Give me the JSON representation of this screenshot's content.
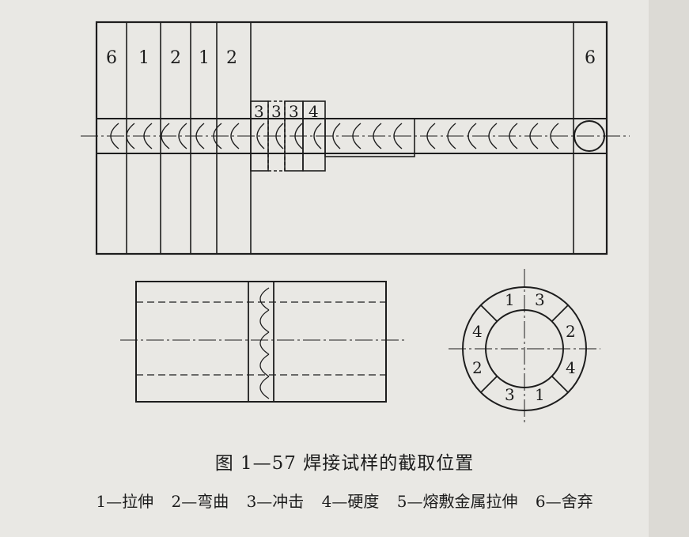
{
  "figure": {
    "title": "图 1—57   焊接试样的截取位置",
    "legend": [
      "1—拉伸",
      "2—弯曲",
      "3—冲击",
      "4—硬度",
      "5—熔敷金属拉伸",
      "6—舍弃"
    ]
  },
  "plate": {
    "strip_labels": [
      "6",
      "1",
      "2",
      "1",
      "2"
    ],
    "right_label": "6",
    "small_labels": [
      "3",
      "3",
      "3",
      "4"
    ]
  },
  "pipe_section": {
    "labels": [
      "1",
      "3",
      "4",
      "2",
      "2",
      "4",
      "3",
      "1"
    ]
  }
}
